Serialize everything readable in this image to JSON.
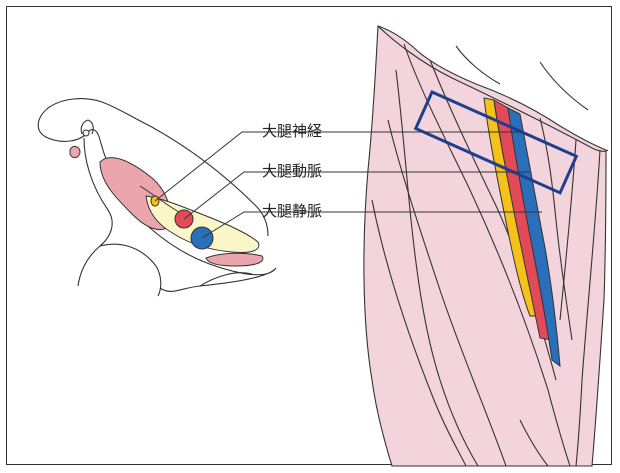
{
  "labels": {
    "femoral_nerve": "大腿神経",
    "femoral_artery": "大腿動脈",
    "femoral_vein": "大腿静脈"
  },
  "colors": {
    "nerve": "#f5c21a",
    "artery": "#e24a58",
    "vein": "#2a6fba",
    "muscle": "#f3d3dc",
    "sheath": "#fbf6c8",
    "highlight_box": "#1e3f8f"
  }
}
